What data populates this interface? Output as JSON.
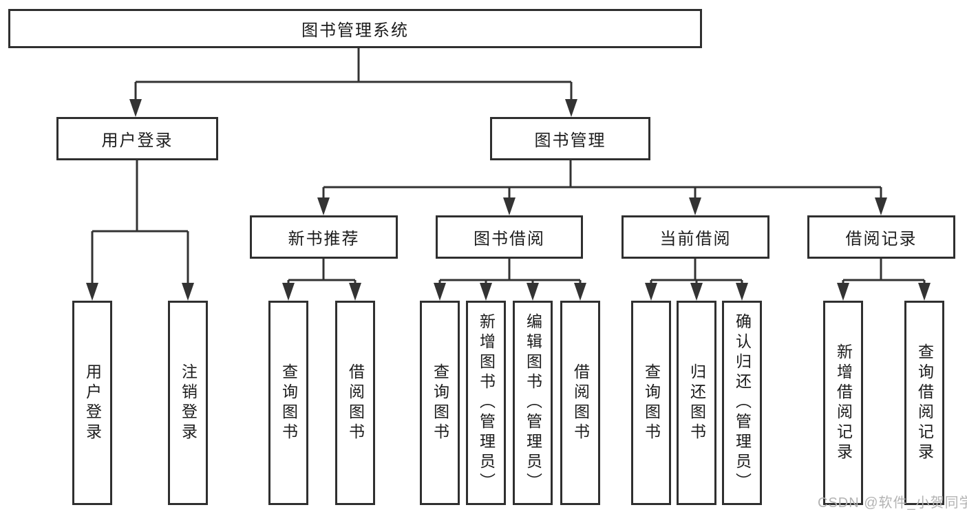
{
  "diagram": {
    "root": "图书管理系统",
    "level2": {
      "user_login": "用户登录",
      "book_management": "图书管理"
    },
    "level3": {
      "new_book_recommend": "新书推荐",
      "book_borrowing": "图书借阅",
      "current_borrowing": "当前借阅",
      "borrowing_records": "借阅记录"
    },
    "leaves": {
      "user_login": "用户登录",
      "logout": "注销登录",
      "recommend_query_books": "查询图书",
      "recommend_borrow_books": "借阅图书",
      "borrow_query_books": "查询图书",
      "borrow_add_books": "新增图书（管理员）",
      "borrow_edit_books": "编辑图书（管理员）",
      "borrow_borrow_books": "借阅图书",
      "current_query_books": "查询图书",
      "current_return_books": "归还图书",
      "current_confirm_return": "确认归还（管理员）",
      "records_add_record": "新增借阅记录",
      "records_query_record": "查询借阅记录"
    },
    "watermark": "CSDN @软件_小贺同学",
    "colors": {
      "line": "#333333",
      "border": "#2f2f2f",
      "text": "#1c1c1c",
      "watermark": "#b3b3b3",
      "background": "#ffffff"
    }
  }
}
